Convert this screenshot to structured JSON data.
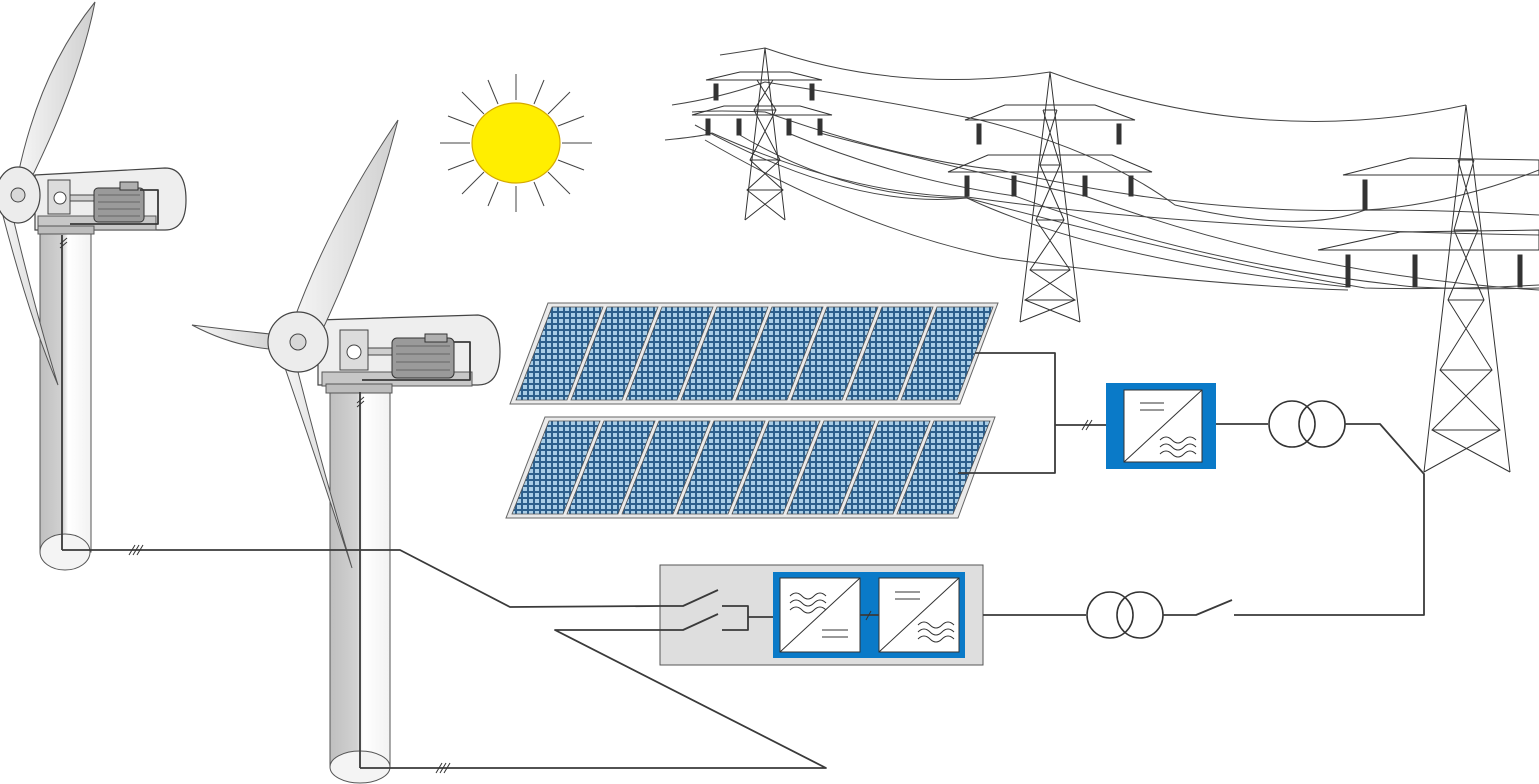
{
  "diagram": {
    "components": [
      {
        "id": "wind-turbine-1",
        "kind": "wind-turbine"
      },
      {
        "id": "wind-turbine-2",
        "kind": "wind-turbine"
      },
      {
        "id": "sun",
        "kind": "sun"
      },
      {
        "id": "pv-array",
        "kind": "solar-panel-array",
        "rows": 2,
        "panels_per_row": 8
      },
      {
        "id": "pv-inverter",
        "kind": "dc-ac-inverter"
      },
      {
        "id": "wind-converter",
        "kind": "ac-dc-ac-converter"
      },
      {
        "id": "transformer-pv",
        "kind": "transformer"
      },
      {
        "id": "transformer-wind",
        "kind": "transformer"
      },
      {
        "id": "grid-switch",
        "kind": "switch"
      },
      {
        "id": "transmission-towers",
        "kind": "power-pylon",
        "count": 3
      }
    ],
    "colors": {
      "sun_fill": "#ffee00",
      "sun_stroke": "#d4a900",
      "panel_cell": "#9ec4e0",
      "panel_grid": "#2d5f8c",
      "converter_blue": "#0a7ac8",
      "converter_box": "#dedede",
      "turbine_body": "#e4e4e4",
      "tower_shade": "#c4c4c4",
      "wire": "#3a3a3a"
    }
  }
}
